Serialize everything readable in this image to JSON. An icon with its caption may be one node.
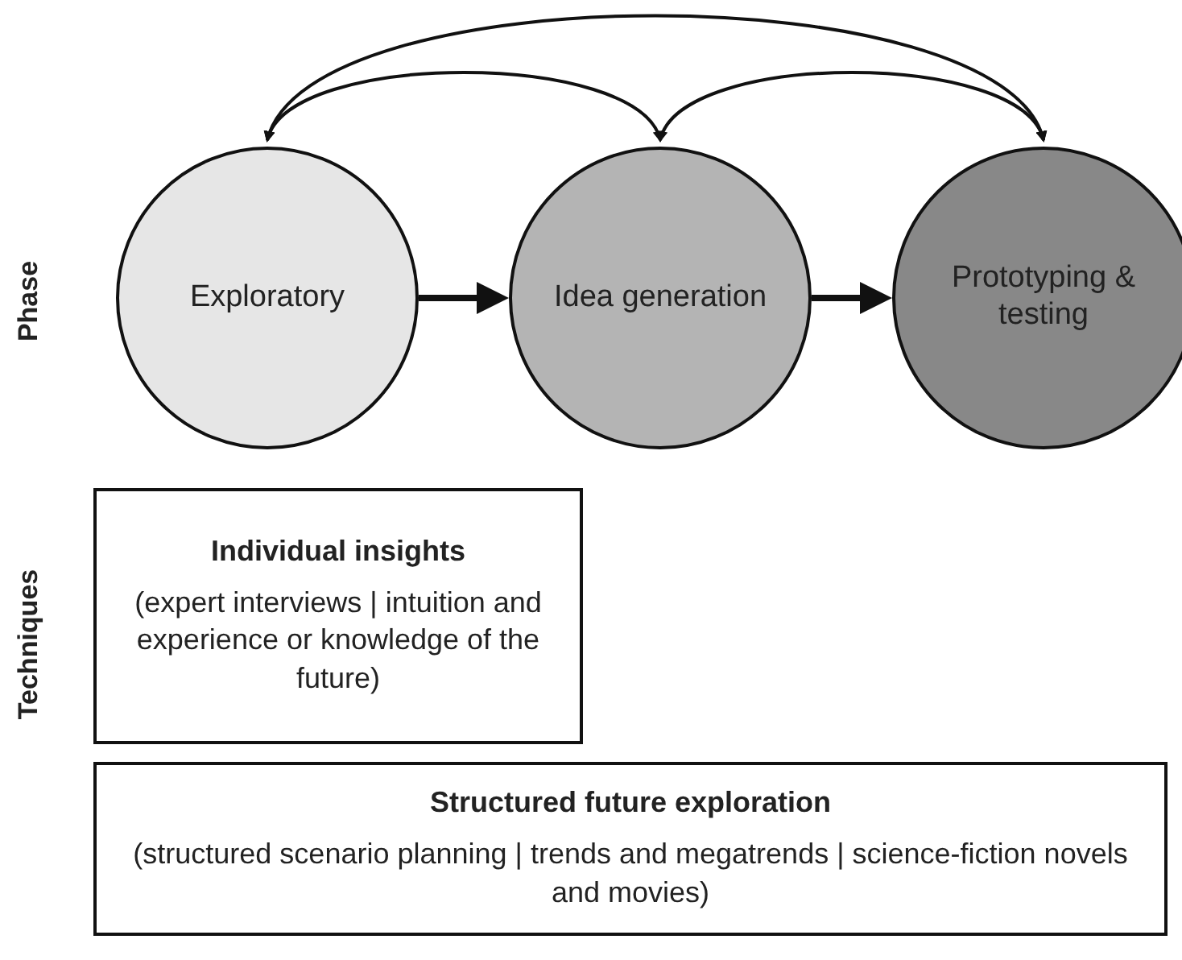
{
  "diagram": {
    "nodes": [
      {
        "text": [
          "Exploratory"
        ]
      },
      {
        "text": [
          "Idea generation"
        ]
      },
      {
        "text": [
          "Prototyping & testing"
        ]
      },
      {
        "text": [
          "Individual insights",
          "(expert interviews | intuition and experience or knowledge of the future)"
        ]
      },
      {
        "text": [
          "Structured future exploration",
          "(structured scenario planning | trends and megatrends | science-fiction novels and movies)"
        ]
      }
    ],
    "edges": [
      {
        "from": 0,
        "to": 1,
        "arrow": "to",
        "style": "thick"
      },
      {
        "from": 1,
        "to": 2,
        "arrow": "to",
        "style": "thick"
      },
      {
        "from": 0,
        "to": 1,
        "arrow": "both"
      },
      {
        "from": 1,
        "to": 2,
        "arrow": "both"
      },
      {
        "from": 0,
        "to": 2,
        "arrow": "both"
      }
    ],
    "labels": [
      "Phase",
      "Techniques"
    ]
  }
}
